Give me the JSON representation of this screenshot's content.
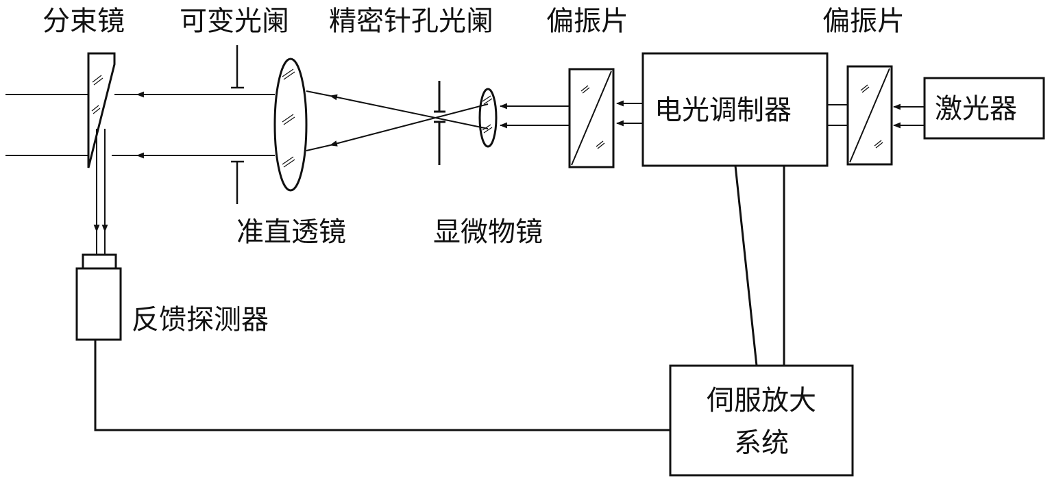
{
  "labels": {
    "beam_splitter": "分束镜",
    "variable_aperture": "可变光阑",
    "pinhole_aperture": "精密针孔光阑",
    "polarizer_left": "偏振片",
    "polarizer_right": "偏振片",
    "collimating_lens": "准直透镜",
    "microscope_objective": "显微物镜",
    "electro_optic_modulator": "电光调制器",
    "laser": "激光器",
    "feedback_detector": "反馈探测器",
    "servo_amplifier_line1": "伺服放大",
    "servo_amplifier_line2": "系统"
  },
  "colors": {
    "ink": "#111111",
    "background": "#ffffff"
  }
}
